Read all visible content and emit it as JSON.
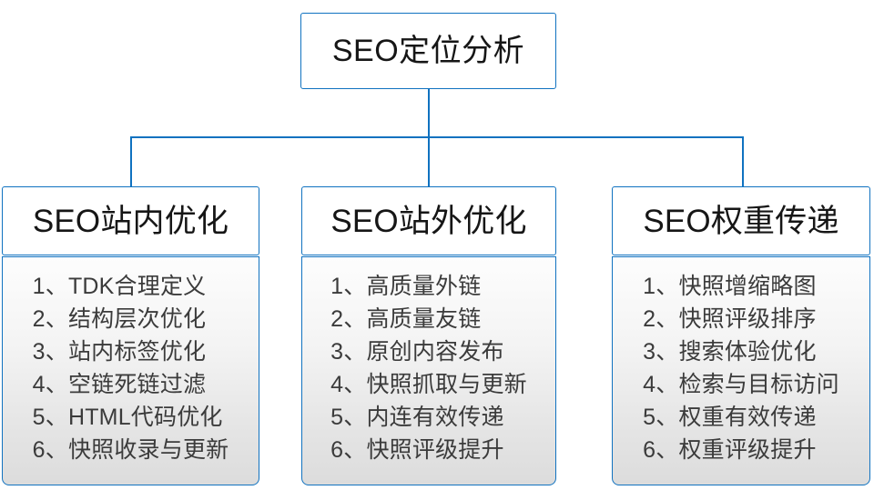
{
  "diagram": {
    "type": "org-chart",
    "root": {
      "label": "SEO定位分析"
    },
    "columns": [
      {
        "header": "SEO站内优化",
        "items": [
          "1、TDK合理定义",
          "2、结构层次优化",
          "3、站内标签优化",
          "4、空链死链过滤",
          "5、HTML代码优化",
          "6、快照收录与更新"
        ]
      },
      {
        "header": "SEO站外优化",
        "items": [
          "1、高质量外链",
          "2、高质量友链",
          "3、原创内容发布",
          "4、快照抓取与更新",
          "5、内连有效传递",
          "6、快照评级提升"
        ]
      },
      {
        "header": "SEO权重传递",
        "items": [
          "1、快照增缩略图",
          "2、快照评级排序",
          "3、搜索体验优化",
          "4、检索与目标访问",
          "5、权重有效传递",
          "6、权重评级提升"
        ]
      }
    ]
  },
  "colors": {
    "border": "#1072c0",
    "header_text": "#161616",
    "item_text": "#3b3b3b",
    "canvas": "#ffffff",
    "body_gradient_top": "#fdfdfd",
    "body_gradient_bottom": "#dcdcdc"
  }
}
